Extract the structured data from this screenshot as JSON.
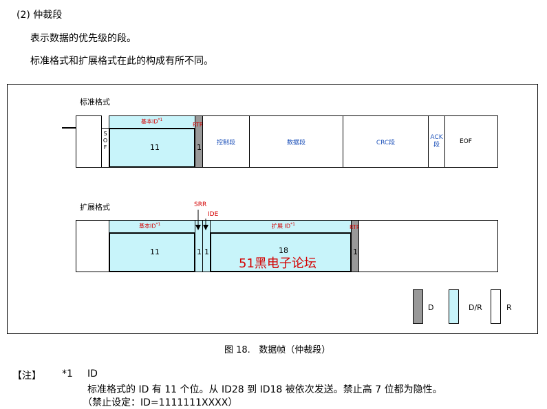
{
  "header": {
    "section": "(2)  仲裁段",
    "line1": "表示数据的优先级的段。",
    "line2": "标准格式和扩展格式在此的构成有所不同。"
  },
  "standard": {
    "title": "标准格式",
    "base_id_label": "基本ID",
    "base_id_sup": "*1",
    "rtr": "RTR",
    "sof_s": "S",
    "sof_o": "O",
    "sof_f": "F",
    "base_bits": "11",
    "rtr_bits": "1",
    "control": "控制段",
    "data": "数据段",
    "crc": "CRC段",
    "ack_1": "ACK",
    "ack_2": "段",
    "eof": "EOF"
  },
  "extended": {
    "title": "扩展格式",
    "srr": "SRR",
    "ide": "IDE",
    "base_id_label": "基本ID",
    "base_id_sup": "*1",
    "ext_id_label": "扩展 ID",
    "ext_id_sup": "*1",
    "rtr": "RTR",
    "base_bits": "11",
    "srr_bits": "1",
    "ide_bits": "1",
    "ext_bits": "18",
    "rtr_bits": "1",
    "watermark": "51黑电子论坛"
  },
  "legend": {
    "d": "D",
    "dr": "D/R",
    "r": "R"
  },
  "caption": "图 18.   数据帧（仲裁段）",
  "note": {
    "tag": "【注】",
    "num": "*1",
    "title": "ID",
    "line1": "标准格式的 ID 有 11 个位。从 ID28 到 ID18 被依次发送。禁止高 7 位都为隐性。",
    "line2": "（禁止设定：ID=1111111XXXX）"
  },
  "colors": {
    "dominant_recessive": "#c8f4fa",
    "dominant": "#999999",
    "label_red": "#d40000",
    "label_blue": "#2255bb"
  }
}
